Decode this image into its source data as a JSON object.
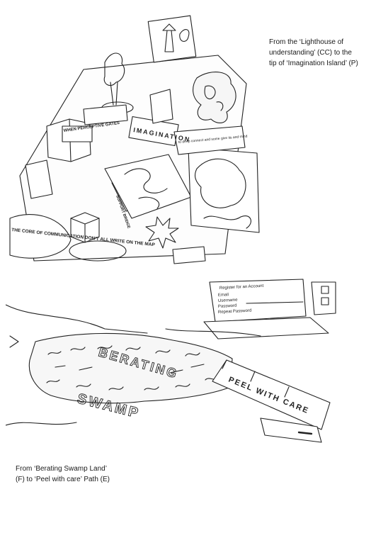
{
  "captions": {
    "top": {
      "line1": "From the ‘Lighthouse of",
      "line2": "understanding’ (CC) to the",
      "line3": "tip of ‘Imagination Island’ (P)"
    },
    "bottom": {
      "line1": "From ‘Berating Swamp Land’",
      "line2": "(F) to  ‘Peel with care’ Path  (E)"
    }
  },
  "sketch_top_text": {
    "perception_gates": "WHEN PERCEPTIVE GATES",
    "comm_note": "THE CORE OF COMMUNICATION DON'T ALL WRITE ON THE MAP",
    "support_bridge": "SUPPORT BRIDGE",
    "island_note": "to deep connect and some give its and mind",
    "vertical_word": "IMAGINATION"
  },
  "sketch_bottom_text": {
    "form_title": "Register for an Account",
    "form_email": "Email",
    "form_username": "Username",
    "form_password": "Password",
    "form_repeat": "Repeat Password",
    "swamp_word1": "BERATING",
    "swamp_word2": "SWAMP",
    "peel_tape": "PEEL WITH CARE"
  }
}
